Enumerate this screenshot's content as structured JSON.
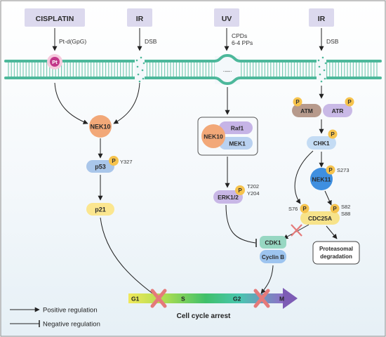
{
  "top_labels": {
    "cisplatin": "CISPLATIN",
    "ir_left": "IR",
    "uv": "UV",
    "ir_right": "IR"
  },
  "stimulus_notes": {
    "pt_gpg": "Pt-d(GpG)",
    "dsb_left": "DSB",
    "cpds": "CPDs",
    "pp64": "6-4 PPs",
    "dsb_right": "DSB"
  },
  "nodes": {
    "pt": "Pt",
    "nek10_left": "NEK10",
    "p53": "p53",
    "p21": "p21",
    "nek10_complex": "NEK10",
    "raf1": "Raf1",
    "mek1": "MEK1",
    "erk12": "ERK1/2",
    "atm": "ATM",
    "atr": "ATR",
    "chk1": "CHK1",
    "nek11": "NEK11",
    "cdc25a": "CDC25A",
    "cdk1": "CDK1",
    "cyclin_b": "Cyclin B",
    "proteasomal_line1": "Proteasomal",
    "proteasomal_line2": "degradation"
  },
  "phosphosites": {
    "p_label": "P",
    "y327": "Y327",
    "t202": "T202",
    "y204": "Y204",
    "s273": "S273",
    "s76": "S76",
    "s82": "S82",
    "s88": "S88"
  },
  "cell_cycle": {
    "phases": [
      "G1",
      "S",
      "G2",
      "M"
    ],
    "caption": "Cell cycle arrest"
  },
  "legend": {
    "positive": "Positive regulation",
    "negative": "Negative regulation"
  },
  "colors": {
    "membrane": "#4db89b",
    "label_box": "#dcd9ee",
    "nek_orange": "#f2a878",
    "p53_blue": "#a9c6ea",
    "p21_yellow": "#fbe68f",
    "raf_purple": "#c6b4e6",
    "mek_blue": "#b9d1f0",
    "erk_purple": "#c8b7e6",
    "atm_brown": "#b79a8c",
    "chk1_blue": "#c4dcf4",
    "nek11_blue": "#3f8fe0",
    "cdc25a_yellow": "#f7e38a",
    "cdk1_teal": "#97d7c2",
    "cyclinb_blue": "#9dc4ef",
    "phospho_yellow": "#f6c34d",
    "cross_red": "#e57a7a",
    "arrow_purple": "#7d5cb5"
  }
}
